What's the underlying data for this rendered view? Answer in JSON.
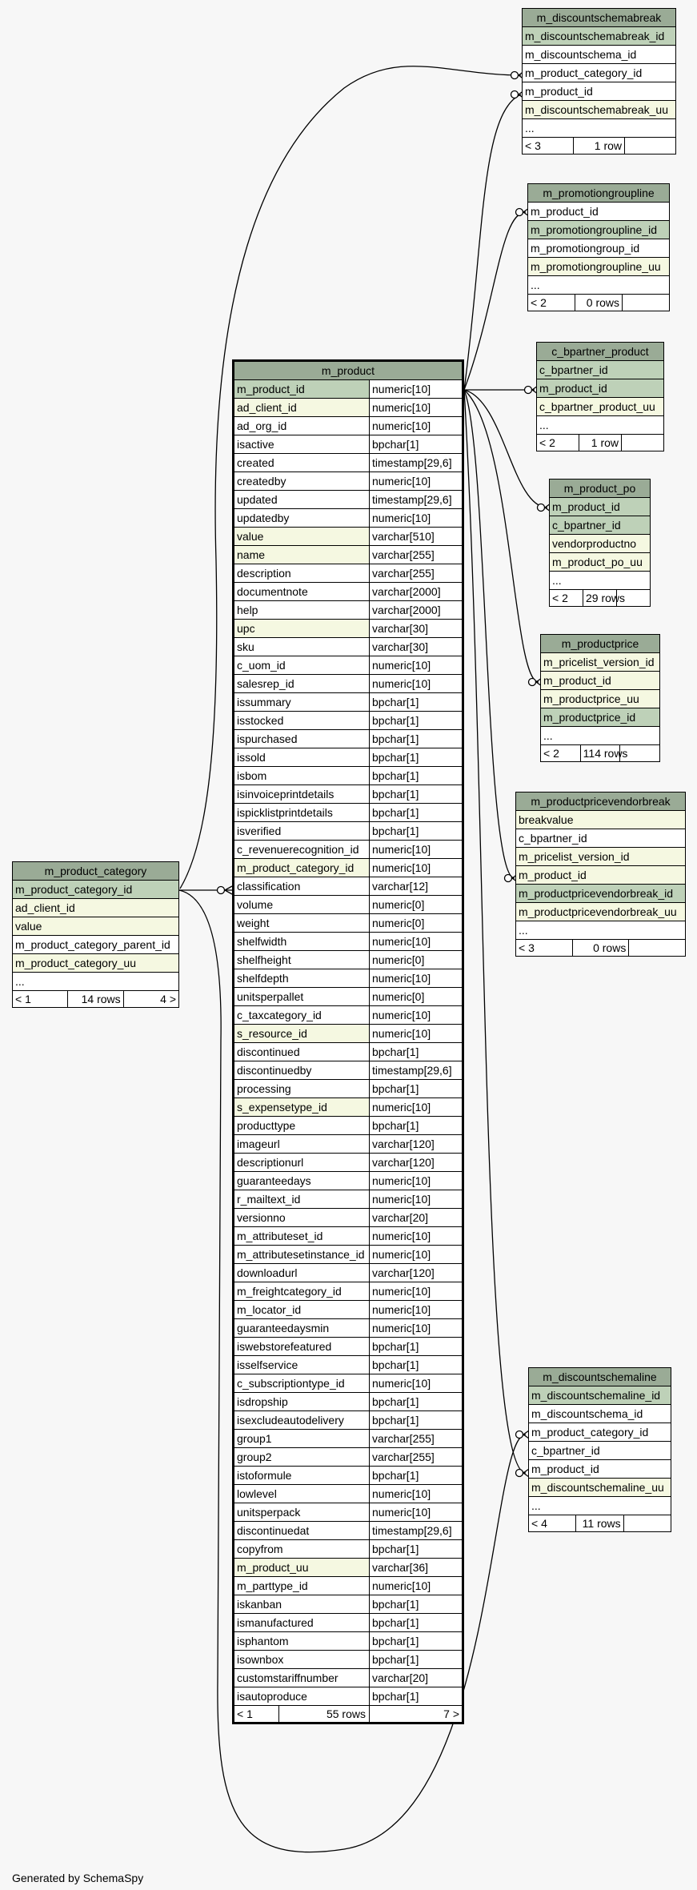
{
  "footer_credit": "Generated by SchemaSpy",
  "colors": {
    "header": "#9aab96",
    "primary_key": "#bed1b8",
    "indexed": "#f5f8e1",
    "background": "#f7f7f7"
  },
  "tables": [
    {
      "id": "m_discountschemabreak",
      "name": "m_discountschemabreak",
      "columns": [
        {
          "name": "m_discountschemabreak_id",
          "style": "pk"
        },
        {
          "name": "m_discountschema_id",
          "style": ""
        },
        {
          "name": "m_product_category_id",
          "style": ""
        },
        {
          "name": "m_product_id",
          "style": ""
        },
        {
          "name": "m_discountschemabreak_uu",
          "style": "idx"
        },
        {
          "name": "...",
          "style": ""
        }
      ],
      "footer": [
        "< 3",
        "1 row",
        ""
      ]
    },
    {
      "id": "m_promotiongroupline",
      "name": "m_promotiongroupline",
      "columns": [
        {
          "name": "m_product_id",
          "style": ""
        },
        {
          "name": "m_promotiongroupline_id",
          "style": "pk"
        },
        {
          "name": "m_promotiongroup_id",
          "style": ""
        },
        {
          "name": "m_promotiongroupline_uu",
          "style": "idx"
        },
        {
          "name": "...",
          "style": ""
        }
      ],
      "footer": [
        "< 2",
        "0 rows",
        ""
      ]
    },
    {
      "id": "c_bpartner_product",
      "name": "c_bpartner_product",
      "columns": [
        {
          "name": "c_bpartner_id",
          "style": "pk"
        },
        {
          "name": "m_product_id",
          "style": "pk"
        },
        {
          "name": "c_bpartner_product_uu",
          "style": "idx"
        },
        {
          "name": "...",
          "style": ""
        }
      ],
      "footer": [
        "< 2",
        "1 row",
        ""
      ]
    },
    {
      "id": "m_product_po",
      "name": "m_product_po",
      "columns": [
        {
          "name": "m_product_id",
          "style": "pk"
        },
        {
          "name": "c_bpartner_id",
          "style": "pk"
        },
        {
          "name": "vendorproductno",
          "style": "idx"
        },
        {
          "name": "m_product_po_uu",
          "style": "idx"
        },
        {
          "name": "...",
          "style": ""
        }
      ],
      "footer": [
        "< 2",
        "29 rows",
        ""
      ]
    },
    {
      "id": "m_productprice",
      "name": "m_productprice",
      "columns": [
        {
          "name": "m_pricelist_version_id",
          "style": "idx"
        },
        {
          "name": "m_product_id",
          "style": "idx"
        },
        {
          "name": "m_productprice_uu",
          "style": "idx"
        },
        {
          "name": "m_productprice_id",
          "style": "pk"
        },
        {
          "name": "...",
          "style": ""
        }
      ],
      "footer": [
        "< 2",
        "114 rows",
        ""
      ]
    },
    {
      "id": "m_productpricevendorbreak",
      "name": "m_productpricevendorbreak",
      "columns": [
        {
          "name": "breakvalue",
          "style": "idx"
        },
        {
          "name": "c_bpartner_id",
          "style": ""
        },
        {
          "name": "m_pricelist_version_id",
          "style": "idx"
        },
        {
          "name": "m_product_id",
          "style": "idx"
        },
        {
          "name": "m_productpricevendorbreak_id",
          "style": "pk"
        },
        {
          "name": "m_productpricevendorbreak_uu",
          "style": "idx"
        },
        {
          "name": "...",
          "style": ""
        }
      ],
      "footer": [
        "< 3",
        "0 rows",
        ""
      ]
    },
    {
      "id": "m_product_category",
      "name": "m_product_category",
      "columns": [
        {
          "name": "m_product_category_id",
          "style": "pk"
        },
        {
          "name": "ad_client_id",
          "style": "idx"
        },
        {
          "name": "value",
          "style": "idx"
        },
        {
          "name": "m_product_category_parent_id",
          "style": ""
        },
        {
          "name": "m_product_category_uu",
          "style": "idx"
        },
        {
          "name": "...",
          "style": ""
        }
      ],
      "footer": [
        "< 1",
        "14 rows",
        "4 >"
      ]
    },
    {
      "id": "m_discountschemaline",
      "name": "m_discountschemaline",
      "columns": [
        {
          "name": "m_discountschemaline_id",
          "style": "pk"
        },
        {
          "name": "m_discountschema_id",
          "style": ""
        },
        {
          "name": "m_product_category_id",
          "style": ""
        },
        {
          "name": "c_bpartner_id",
          "style": ""
        },
        {
          "name": "m_product_id",
          "style": ""
        },
        {
          "name": "m_discountschemaline_uu",
          "style": "idx"
        },
        {
          "name": "...",
          "style": ""
        }
      ],
      "footer": [
        "< 4",
        "11 rows",
        ""
      ]
    }
  ],
  "main_table": {
    "id": "m_product",
    "name": "m_product",
    "columns": [
      {
        "name": "m_product_id",
        "type": "numeric[10]",
        "style": "pk"
      },
      {
        "name": "ad_client_id",
        "type": "numeric[10]",
        "style": "idx"
      },
      {
        "name": "ad_org_id",
        "type": "numeric[10]",
        "style": ""
      },
      {
        "name": "isactive",
        "type": "bpchar[1]",
        "style": ""
      },
      {
        "name": "created",
        "type": "timestamp[29,6]",
        "style": ""
      },
      {
        "name": "createdby",
        "type": "numeric[10]",
        "style": ""
      },
      {
        "name": "updated",
        "type": "timestamp[29,6]",
        "style": ""
      },
      {
        "name": "updatedby",
        "type": "numeric[10]",
        "style": ""
      },
      {
        "name": "value",
        "type": "varchar[510]",
        "style": "idx"
      },
      {
        "name": "name",
        "type": "varchar[255]",
        "style": "idx"
      },
      {
        "name": "description",
        "type": "varchar[255]",
        "style": ""
      },
      {
        "name": "documentnote",
        "type": "varchar[2000]",
        "style": ""
      },
      {
        "name": "help",
        "type": "varchar[2000]",
        "style": ""
      },
      {
        "name": "upc",
        "type": "varchar[30]",
        "style": "idx"
      },
      {
        "name": "sku",
        "type": "varchar[30]",
        "style": ""
      },
      {
        "name": "c_uom_id",
        "type": "numeric[10]",
        "style": ""
      },
      {
        "name": "salesrep_id",
        "type": "numeric[10]",
        "style": ""
      },
      {
        "name": "issummary",
        "type": "bpchar[1]",
        "style": ""
      },
      {
        "name": "isstocked",
        "type": "bpchar[1]",
        "style": ""
      },
      {
        "name": "ispurchased",
        "type": "bpchar[1]",
        "style": ""
      },
      {
        "name": "issold",
        "type": "bpchar[1]",
        "style": ""
      },
      {
        "name": "isbom",
        "type": "bpchar[1]",
        "style": ""
      },
      {
        "name": "isinvoiceprintdetails",
        "type": "bpchar[1]",
        "style": ""
      },
      {
        "name": "ispicklistprintdetails",
        "type": "bpchar[1]",
        "style": ""
      },
      {
        "name": "isverified",
        "type": "bpchar[1]",
        "style": ""
      },
      {
        "name": "c_revenuerecognition_id",
        "type": "numeric[10]",
        "style": ""
      },
      {
        "name": "m_product_category_id",
        "type": "numeric[10]",
        "style": "idx"
      },
      {
        "name": "classification",
        "type": "varchar[12]",
        "style": ""
      },
      {
        "name": "volume",
        "type": "numeric[0]",
        "style": ""
      },
      {
        "name": "weight",
        "type": "numeric[0]",
        "style": ""
      },
      {
        "name": "shelfwidth",
        "type": "numeric[10]",
        "style": ""
      },
      {
        "name": "shelfheight",
        "type": "numeric[0]",
        "style": ""
      },
      {
        "name": "shelfdepth",
        "type": "numeric[10]",
        "style": ""
      },
      {
        "name": "unitsperpallet",
        "type": "numeric[0]",
        "style": ""
      },
      {
        "name": "c_taxcategory_id",
        "type": "numeric[10]",
        "style": ""
      },
      {
        "name": "s_resource_id",
        "type": "numeric[10]",
        "style": "idx"
      },
      {
        "name": "discontinued",
        "type": "bpchar[1]",
        "style": ""
      },
      {
        "name": "discontinuedby",
        "type": "timestamp[29,6]",
        "style": ""
      },
      {
        "name": "processing",
        "type": "bpchar[1]",
        "style": ""
      },
      {
        "name": "s_expensetype_id",
        "type": "numeric[10]",
        "style": "idx"
      },
      {
        "name": "producttype",
        "type": "bpchar[1]",
        "style": ""
      },
      {
        "name": "imageurl",
        "type": "varchar[120]",
        "style": ""
      },
      {
        "name": "descriptionurl",
        "type": "varchar[120]",
        "style": ""
      },
      {
        "name": "guaranteedays",
        "type": "numeric[10]",
        "style": ""
      },
      {
        "name": "r_mailtext_id",
        "type": "numeric[10]",
        "style": ""
      },
      {
        "name": "versionno",
        "type": "varchar[20]",
        "style": ""
      },
      {
        "name": "m_attributeset_id",
        "type": "numeric[10]",
        "style": ""
      },
      {
        "name": "m_attributesetinstance_id",
        "type": "numeric[10]",
        "style": ""
      },
      {
        "name": "downloadurl",
        "type": "varchar[120]",
        "style": ""
      },
      {
        "name": "m_freightcategory_id",
        "type": "numeric[10]",
        "style": ""
      },
      {
        "name": "m_locator_id",
        "type": "numeric[10]",
        "style": ""
      },
      {
        "name": "guaranteedaysmin",
        "type": "numeric[10]",
        "style": ""
      },
      {
        "name": "iswebstorefeatured",
        "type": "bpchar[1]",
        "style": ""
      },
      {
        "name": "isselfservice",
        "type": "bpchar[1]",
        "style": ""
      },
      {
        "name": "c_subscriptiontype_id",
        "type": "numeric[10]",
        "style": ""
      },
      {
        "name": "isdropship",
        "type": "bpchar[1]",
        "style": ""
      },
      {
        "name": "isexcludeautodelivery",
        "type": "bpchar[1]",
        "style": ""
      },
      {
        "name": "group1",
        "type": "varchar[255]",
        "style": ""
      },
      {
        "name": "group2",
        "type": "varchar[255]",
        "style": ""
      },
      {
        "name": "istoformule",
        "type": "bpchar[1]",
        "style": ""
      },
      {
        "name": "lowlevel",
        "type": "numeric[10]",
        "style": ""
      },
      {
        "name": "unitsperpack",
        "type": "numeric[10]",
        "style": ""
      },
      {
        "name": "discontinuedat",
        "type": "timestamp[29,6]",
        "style": ""
      },
      {
        "name": "copyfrom",
        "type": "bpchar[1]",
        "style": ""
      },
      {
        "name": "m_product_uu",
        "type": "varchar[36]",
        "style": "idx"
      },
      {
        "name": "m_parttype_id",
        "type": "numeric[10]",
        "style": ""
      },
      {
        "name": "iskanban",
        "type": "bpchar[1]",
        "style": ""
      },
      {
        "name": "ismanufactured",
        "type": "bpchar[1]",
        "style": ""
      },
      {
        "name": "isphantom",
        "type": "bpchar[1]",
        "style": ""
      },
      {
        "name": "isownbox",
        "type": "bpchar[1]",
        "style": ""
      },
      {
        "name": "customstariffnumber",
        "type": "varchar[20]",
        "style": ""
      },
      {
        "name": "isautoproduce",
        "type": "bpchar[1]",
        "style": ""
      }
    ],
    "footer": [
      "< 1",
      "55 rows",
      "7 >"
    ]
  }
}
